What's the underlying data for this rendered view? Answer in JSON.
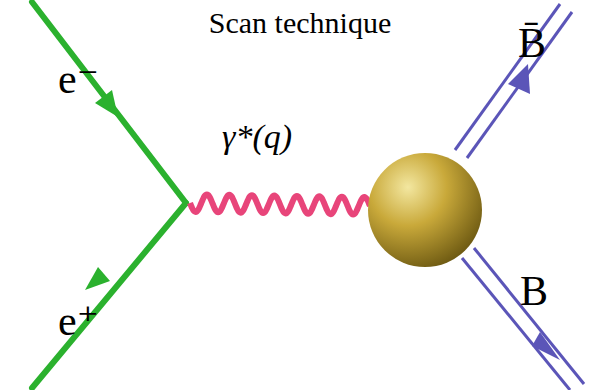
{
  "diagram": {
    "title": "Scan technique",
    "labels": [
      "e⁻",
      "e⁺",
      "γ*(q)",
      "B̄",
      "B"
    ]
  }
}
